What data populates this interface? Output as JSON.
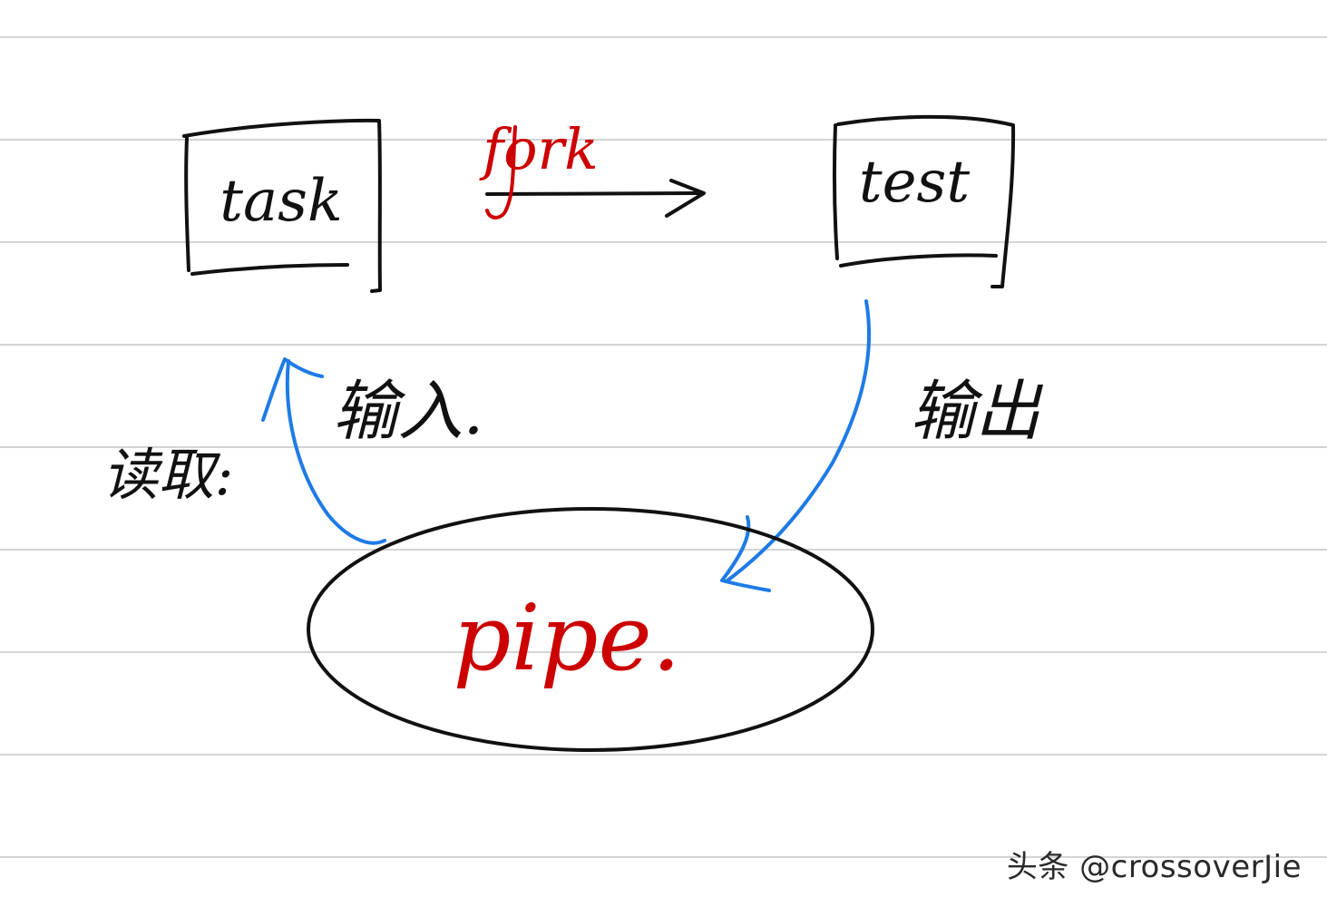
{
  "nodes": {
    "task": {
      "label": "task"
    },
    "test": {
      "label": "test"
    },
    "pipe": {
      "label": "pipe."
    }
  },
  "edges": {
    "fork": {
      "label": "fork",
      "color": "#cc0000"
    },
    "input": {
      "label": "输入."
    },
    "output": {
      "label": "输出"
    },
    "read": {
      "label": "读取:"
    }
  },
  "colors": {
    "ink": "#111111",
    "red": "#cc0000",
    "blue": "#1e7be6",
    "ruled_line": "#d4d4d4"
  },
  "watermark": "头条 @crossoverJie"
}
